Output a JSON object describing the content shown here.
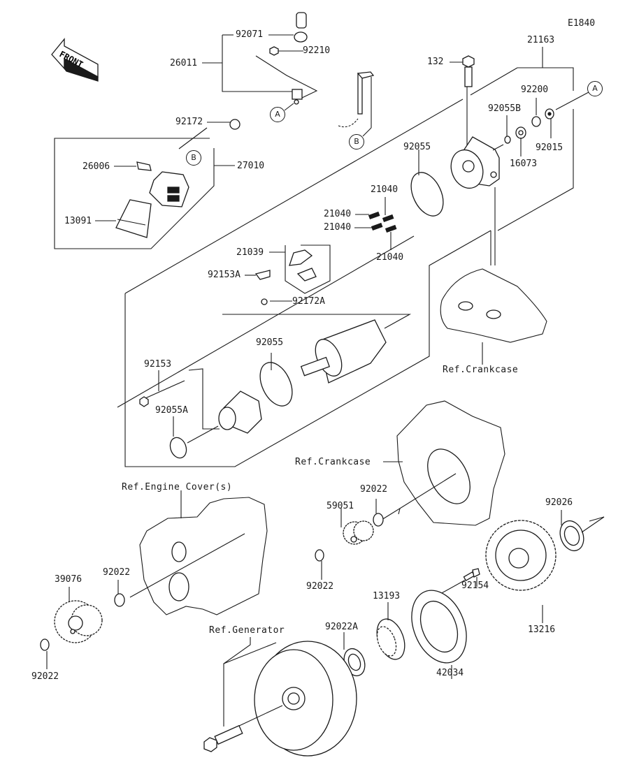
{
  "diagram": {
    "code": "E1840",
    "front_arrow_label": "FRONT",
    "part_labels": {
      "p92071": "92071",
      "p92210": "92210",
      "p26011": "26011",
      "p92172": "92172",
      "p26006": "26006",
      "p27010": "27010",
      "p13091": "13091",
      "p21163": "21163",
      "p132": "132",
      "p92200": "92200",
      "p92055B": "92055B",
      "p92015": "92015",
      "p16073": "16073",
      "p92055_top": "92055",
      "p21040_a": "21040",
      "p21040_b": "21040",
      "p21040_c": "21040",
      "p21040_d": "21040",
      "p21039": "21039",
      "p92153A": "92153A",
      "p92172A": "92172A",
      "p92055_mid": "92055",
      "p92153": "92153",
      "p92055A": "92055A",
      "p59051": "59051",
      "p92022_a": "92022",
      "p92022_b": "92022",
      "p92022_c": "92022",
      "p92022_d": "92022",
      "p92026": "92026",
      "p92154": "92154",
      "p13216": "13216",
      "p13193": "13193",
      "p92022A": "92022A",
      "p42034": "42034",
      "p39076": "39076"
    },
    "ref_labels": {
      "crankcase_upper": "Ref.Crankcase",
      "crankcase_lower": "Ref.Crankcase",
      "engine_cover": "Ref.Engine Cover(s)",
      "generator": "Ref.Generator"
    },
    "callouts": {
      "a1": "A",
      "a2": "A",
      "b1": "B",
      "b2": "B"
    }
  }
}
